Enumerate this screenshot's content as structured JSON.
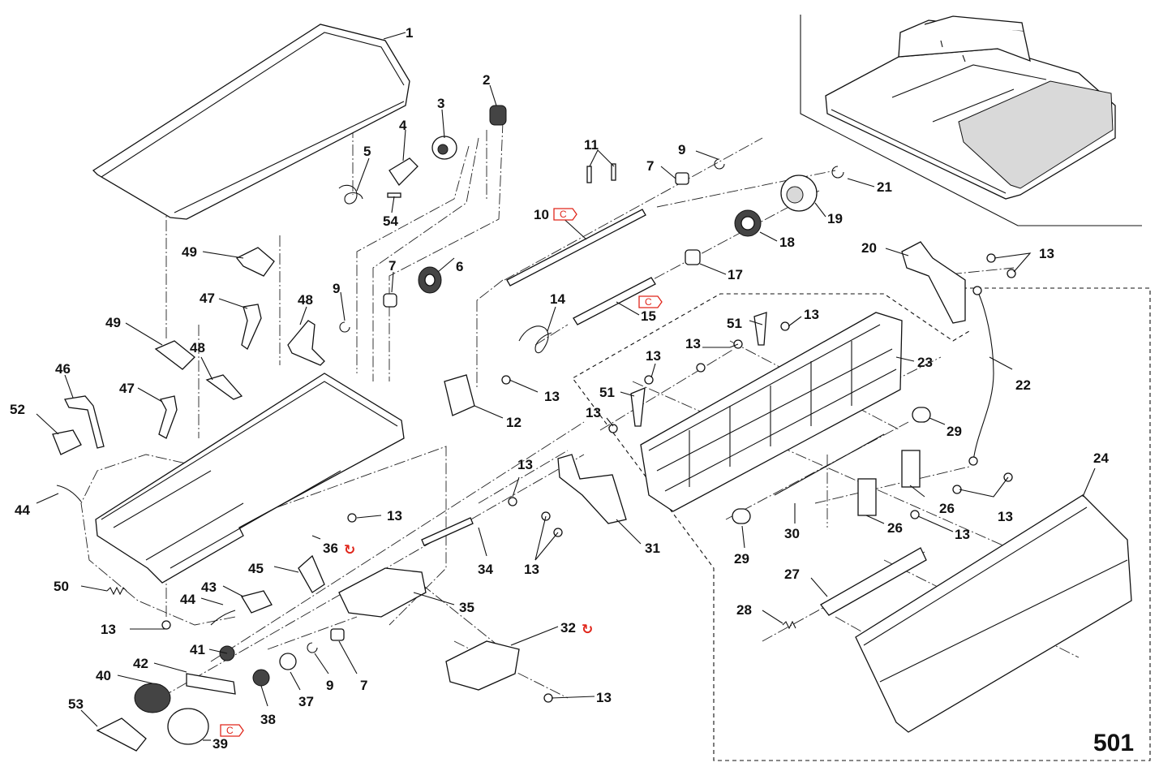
{
  "diagram": {
    "page_number": "501",
    "callouts": [
      {
        "id": "c1",
        "label": "1"
      },
      {
        "id": "c2",
        "label": "2"
      },
      {
        "id": "c3",
        "label": "3"
      },
      {
        "id": "c4",
        "label": "4"
      },
      {
        "id": "c5",
        "label": "5"
      },
      {
        "id": "c54",
        "label": "54"
      },
      {
        "id": "c11",
        "label": "11"
      },
      {
        "id": "c10",
        "label": "10"
      },
      {
        "id": "c9a",
        "label": "9"
      },
      {
        "id": "c7a",
        "label": "7"
      },
      {
        "id": "c21",
        "label": "21"
      },
      {
        "id": "c19",
        "label": "19"
      },
      {
        "id": "c18",
        "label": "18"
      },
      {
        "id": "c17",
        "label": "17"
      },
      {
        "id": "c6",
        "label": "6"
      },
      {
        "id": "c7b",
        "label": "7"
      },
      {
        "id": "c9b",
        "label": "9"
      },
      {
        "id": "c49a",
        "label": "49"
      },
      {
        "id": "c47a",
        "label": "47"
      },
      {
        "id": "c48a",
        "label": "48"
      },
      {
        "id": "c49b",
        "label": "49"
      },
      {
        "id": "c48b",
        "label": "48"
      },
      {
        "id": "c46",
        "label": "46"
      },
      {
        "id": "c47b",
        "label": "47"
      },
      {
        "id": "c52",
        "label": "52"
      },
      {
        "id": "c14",
        "label": "14"
      },
      {
        "id": "c15",
        "label": "15"
      },
      {
        "id": "c12",
        "label": "12"
      },
      {
        "id": "c13a",
        "label": "13"
      },
      {
        "id": "c20",
        "label": "20"
      },
      {
        "id": "c13b",
        "label": "13"
      },
      {
        "id": "c51a",
        "label": "51"
      },
      {
        "id": "c13c",
        "label": "13"
      },
      {
        "id": "c13d",
        "label": "13"
      },
      {
        "id": "c23",
        "label": "23"
      },
      {
        "id": "c13e",
        "label": "13"
      },
      {
        "id": "c51b",
        "label": "51"
      },
      {
        "id": "c13f",
        "label": "13"
      },
      {
        "id": "c22",
        "label": "22"
      },
      {
        "id": "c29a",
        "label": "29"
      },
      {
        "id": "c24",
        "label": "24"
      },
      {
        "id": "c44a",
        "label": "44"
      },
      {
        "id": "c13g",
        "label": "13"
      },
      {
        "id": "c13h",
        "label": "13"
      },
      {
        "id": "c36",
        "label": "36"
      },
      {
        "id": "c34",
        "label": "34"
      },
      {
        "id": "c13i",
        "label": "13"
      },
      {
        "id": "c31",
        "label": "31"
      },
      {
        "id": "c26a",
        "label": "26"
      },
      {
        "id": "c26b",
        "label": "26"
      },
      {
        "id": "c13j",
        "label": "13"
      },
      {
        "id": "c13k",
        "label": "13"
      },
      {
        "id": "c30",
        "label": "30"
      },
      {
        "id": "c29b",
        "label": "29"
      },
      {
        "id": "c50",
        "label": "50"
      },
      {
        "id": "c45",
        "label": "45"
      },
      {
        "id": "c43",
        "label": "43"
      },
      {
        "id": "c44b",
        "label": "44"
      },
      {
        "id": "c35",
        "label": "35"
      },
      {
        "id": "c27",
        "label": "27"
      },
      {
        "id": "c28",
        "label": "28"
      },
      {
        "id": "c13l",
        "label": "13"
      },
      {
        "id": "c41",
        "label": "41"
      },
      {
        "id": "c32",
        "label": "32"
      },
      {
        "id": "c42",
        "label": "42"
      },
      {
        "id": "c40",
        "label": "40"
      },
      {
        "id": "c9c",
        "label": "9"
      },
      {
        "id": "c7c",
        "label": "7"
      },
      {
        "id": "c37",
        "label": "37"
      },
      {
        "id": "c38",
        "label": "38"
      },
      {
        "id": "c53",
        "label": "53"
      },
      {
        "id": "c39",
        "label": "39"
      },
      {
        "id": "c13m",
        "label": "13"
      }
    ],
    "c_mark_text": "C",
    "rotate_mark_text": "↻"
  }
}
